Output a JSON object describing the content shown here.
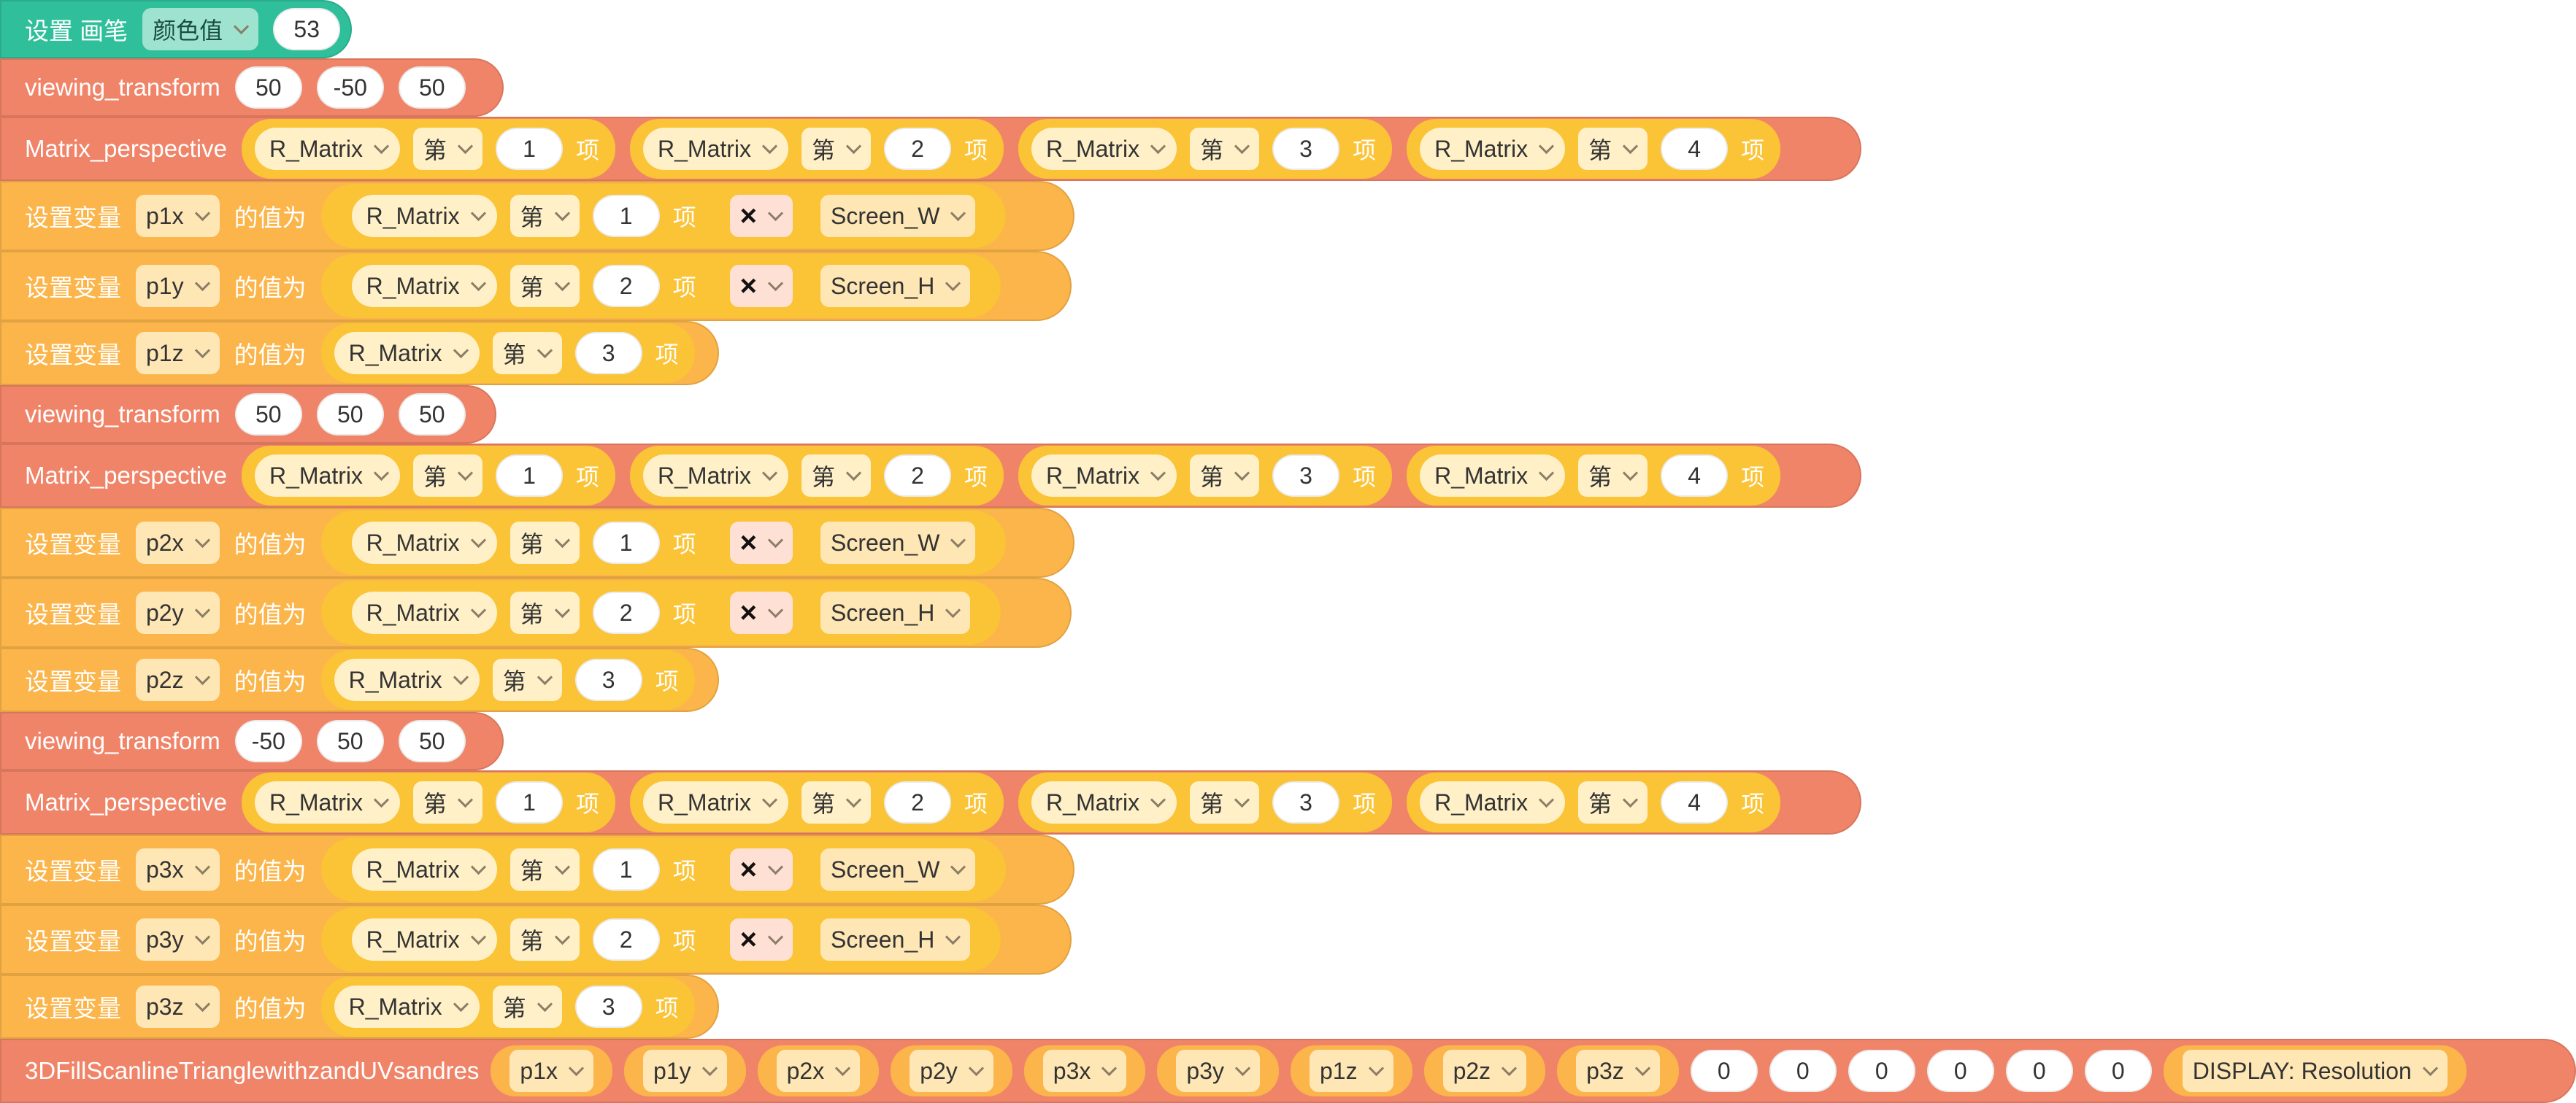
{
  "set_pen": {
    "label": "设置 画笔",
    "dropdown": "颜色值",
    "value": "53"
  },
  "viewing_transforms": [
    {
      "label": "viewing_transform",
      "values": [
        "50",
        "-50",
        "50"
      ]
    },
    {
      "label": "viewing_transform",
      "values": [
        "50",
        "50",
        "50"
      ]
    },
    {
      "label": "viewing_transform",
      "values": [
        "-50",
        "50",
        "50"
      ]
    }
  ],
  "matrix_perspective": {
    "label": "Matrix_perspective",
    "list_name": "R_Matrix",
    "di": "第",
    "xiang": "项",
    "items": [
      "1",
      "2",
      "3",
      "4"
    ]
  },
  "set_var": {
    "prefix": "设置变量",
    "middle": "的值为",
    "list_name": "R_Matrix",
    "di": "第",
    "xiang": "项",
    "mult_op": "×",
    "screen_w": "Screen_W",
    "screen_h": "Screen_H",
    "groups": [
      {
        "x": "p1x",
        "y": "p1y",
        "z": "p1z"
      },
      {
        "x": "p2x",
        "y": "p2y",
        "z": "p2z"
      },
      {
        "x": "p3x",
        "y": "p3y",
        "z": "p3z"
      }
    ],
    "indices": [
      "1",
      "2",
      "3"
    ]
  },
  "fill_block": {
    "label": "3DFillScanlineTrianglewithzandUVsandres",
    "vars": [
      "p1x",
      "p1y",
      "p2x",
      "p2y",
      "p3x",
      "p3y",
      "p1z",
      "p2z",
      "p3z"
    ],
    "zeros": [
      "0",
      "0",
      "0",
      "0",
      "0",
      "0"
    ],
    "display": "DISPLAY: Resolution"
  },
  "colors": {
    "teal": "#2fbf9a",
    "salmon": "#f08468",
    "orange": "#fbb54a",
    "reporter_yellow": "#fbc336"
  }
}
